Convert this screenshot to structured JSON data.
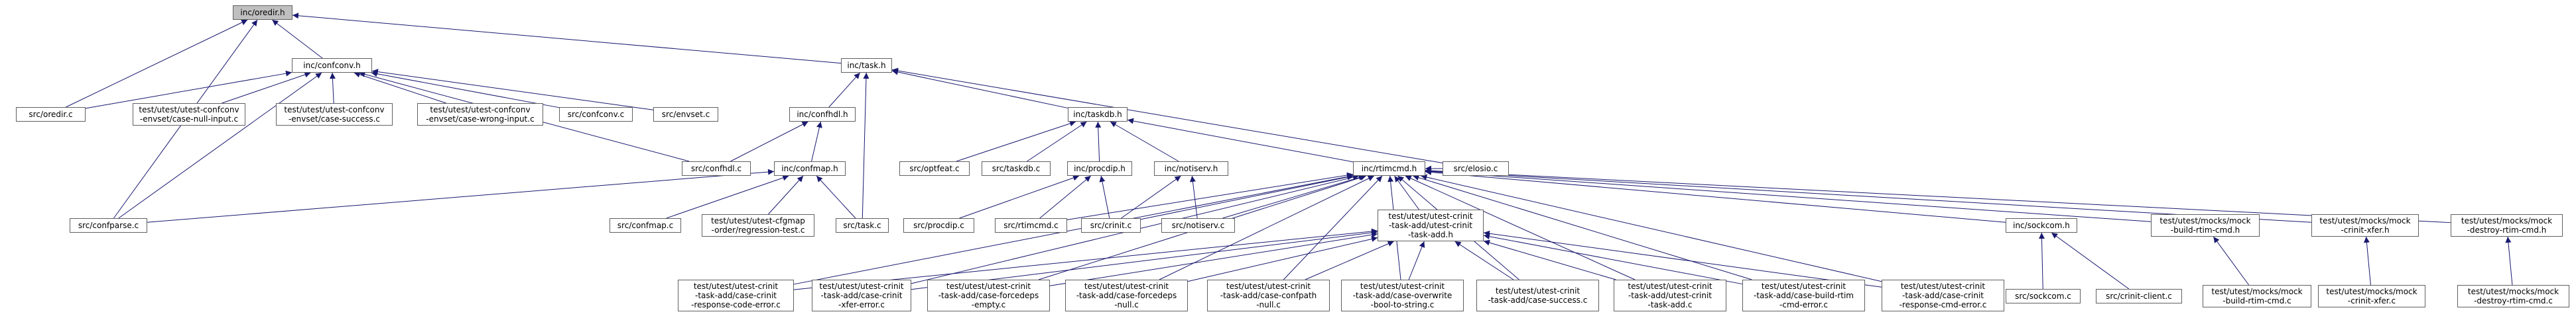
{
  "graph": {
    "nodes": [
      {
        "id": "oredir_h",
        "label": "inc/oredir.h",
        "root": true
      },
      {
        "id": "confconv_h",
        "label": "inc/confconv.h"
      },
      {
        "id": "task_h",
        "label": "inc/task.h"
      },
      {
        "id": "src_oredir",
        "label": "src/oredir.c"
      },
      {
        "id": "t_nullinput",
        "label": "test/utest/utest-confconv\n-envset/case-null-input.c"
      },
      {
        "id": "t_success",
        "label": "test/utest/utest-confconv\n-envset/case-success.c"
      },
      {
        "id": "t_wronginput",
        "label": "test/utest/utest-confconv\n-envset/case-wrong-input.c"
      },
      {
        "id": "src_confconv",
        "label": "src/confconv.c"
      },
      {
        "id": "src_envset",
        "label": "src/envset.c"
      },
      {
        "id": "confhdl_h",
        "label": "inc/confhdl.h"
      },
      {
        "id": "taskdb_h",
        "label": "inc/taskdb.h"
      },
      {
        "id": "src_confhdl",
        "label": "src/confhdl.c"
      },
      {
        "id": "confmap_h",
        "label": "inc/confmap.h"
      },
      {
        "id": "src_optfeat",
        "label": "src/optfeat.c"
      },
      {
        "id": "src_taskdb",
        "label": "src/taskdb.c"
      },
      {
        "id": "procdip_h",
        "label": "inc/procdip.h"
      },
      {
        "id": "notiserv_h",
        "label": "inc/notiserv.h"
      },
      {
        "id": "rtimcmd_h",
        "label": "inc/rtimcmd.h"
      },
      {
        "id": "src_elosio",
        "label": "src/elosio.c"
      },
      {
        "id": "src_confparse",
        "label": "src/confparse.c"
      },
      {
        "id": "src_confmap",
        "label": "src/confmap.c"
      },
      {
        "id": "t_cfgmap",
        "label": "test/utest/utest-cfgmap\n-order/regression-test.c"
      },
      {
        "id": "src_task",
        "label": "src/task.c"
      },
      {
        "id": "src_procdip",
        "label": "src/procdip.c"
      },
      {
        "id": "src_rtimcmd",
        "label": "src/rtimcmd.c"
      },
      {
        "id": "src_crinit",
        "label": "src/crinit.c"
      },
      {
        "id": "src_notiserv",
        "label": "src/notiserv.c"
      },
      {
        "id": "taskadd_h",
        "label": "test/utest/utest-crinit\n-task-add/utest-crinit\n-task-add.h"
      },
      {
        "id": "sockcom_h",
        "label": "inc/sockcom.h"
      },
      {
        "id": "mock_buildrtim_h",
        "label": "test/utest/mocks/mock\n-build-rtim-cmd.h"
      },
      {
        "id": "mock_xfer_h",
        "label": "test/utest/mocks/mock\n-crinit-xfer.h"
      },
      {
        "id": "mock_destroy_h",
        "label": "test/utest/mocks/mock\n-destroy-rtim-cmd.h"
      },
      {
        "id": "t_respcode",
        "label": "test/utest/utest-crinit\n-task-add/case-crinit\n-response-code-error.c"
      },
      {
        "id": "t_xfererr",
        "label": "test/utest/utest-crinit\n-task-add/case-crinit\n-xfer-error.c"
      },
      {
        "id": "t_forcedeps_empty",
        "label": "test/utest/utest-crinit\n-task-add/case-forcedeps\n-empty.c"
      },
      {
        "id": "t_forcedeps_null",
        "label": "test/utest/utest-crinit\n-task-add/case-forcedeps\n-null.c"
      },
      {
        "id": "t_confpath_null",
        "label": "test/utest/utest-crinit\n-task-add/case-confpath\n-null.c"
      },
      {
        "id": "t_overwrite",
        "label": "test/utest/utest-crinit\n-task-add/case-overwrite\n-bool-to-string.c"
      },
      {
        "id": "t_success2",
        "label": "test/utest/utest-crinit\n-task-add/case-success.c"
      },
      {
        "id": "t_taskadd",
        "label": "test/utest/utest-crinit\n-task-add/utest-crinit\n-task-add.c"
      },
      {
        "id": "t_buildrtim_err",
        "label": "test/utest/utest-crinit\n-task-add/case-build-rtim\n-cmd-error.c"
      },
      {
        "id": "t_respcmd_err",
        "label": "test/utest/utest-crinit\n-task-add/case-crinit\n-response-cmd-error.c"
      },
      {
        "id": "src_sockcom",
        "label": "src/sockcom.c"
      },
      {
        "id": "src_crinit_client",
        "label": "src/crinit-client.c"
      },
      {
        "id": "mock_buildrtim_c",
        "label": "test/utest/mocks/mock\n-build-rtim-cmd.c"
      },
      {
        "id": "mock_xfer_c",
        "label": "test/utest/mocks/mock\n-crinit-xfer.c"
      },
      {
        "id": "mock_destroy_c",
        "label": "test/utest/mocks/mock\n-destroy-rtim-cmd.c"
      }
    ],
    "edges": [
      [
        "oredir_h",
        "confconv_h"
      ],
      [
        "oredir_h",
        "task_h"
      ],
      [
        "oredir_h",
        "src_oredir"
      ],
      [
        "oredir_h",
        "src_confparse"
      ],
      [
        "confconv_h",
        "src_oredir"
      ],
      [
        "confconv_h",
        "t_nullinput"
      ],
      [
        "confconv_h",
        "t_success"
      ],
      [
        "confconv_h",
        "t_wronginput"
      ],
      [
        "confconv_h",
        "src_confconv"
      ],
      [
        "confconv_h",
        "src_envset"
      ],
      [
        "confconv_h",
        "src_confhdl"
      ],
      [
        "confconv_h",
        "src_confparse"
      ],
      [
        "task_h",
        "confhdl_h"
      ],
      [
        "task_h",
        "taskdb_h"
      ],
      [
        "task_h",
        "src_task"
      ],
      [
        "task_h",
        "src_elosio"
      ],
      [
        "confhdl_h",
        "src_confhdl"
      ],
      [
        "confhdl_h",
        "confmap_h"
      ],
      [
        "confmap_h",
        "src_confparse"
      ],
      [
        "confmap_h",
        "src_confmap"
      ],
      [
        "confmap_h",
        "t_cfgmap"
      ],
      [
        "confmap_h",
        "src_task"
      ],
      [
        "taskdb_h",
        "src_optfeat"
      ],
      [
        "taskdb_h",
        "src_taskdb"
      ],
      [
        "taskdb_h",
        "procdip_h"
      ],
      [
        "taskdb_h",
        "notiserv_h"
      ],
      [
        "taskdb_h",
        "rtimcmd_h"
      ],
      [
        "procdip_h",
        "src_procdip"
      ],
      [
        "procdip_h",
        "src_rtimcmd"
      ],
      [
        "procdip_h",
        "src_crinit"
      ],
      [
        "notiserv_h",
        "src_crinit"
      ],
      [
        "notiserv_h",
        "src_notiserv"
      ],
      [
        "rtimcmd_h",
        "src_elosio"
      ],
      [
        "rtimcmd_h",
        "src_rtimcmd"
      ],
      [
        "rtimcmd_h",
        "src_crinit"
      ],
      [
        "rtimcmd_h",
        "src_notiserv"
      ],
      [
        "rtimcmd_h",
        "taskadd_h"
      ],
      [
        "rtimcmd_h",
        "sockcom_h"
      ],
      [
        "rtimcmd_h",
        "mock_buildrtim_h"
      ],
      [
        "rtimcmd_h",
        "mock_xfer_h"
      ],
      [
        "rtimcmd_h",
        "mock_destroy_h"
      ],
      [
        "rtimcmd_h",
        "t_respcode"
      ],
      [
        "rtimcmd_h",
        "t_xfererr"
      ],
      [
        "rtimcmd_h",
        "t_forcedeps_empty"
      ],
      [
        "rtimcmd_h",
        "t_forcedeps_null"
      ],
      [
        "rtimcmd_h",
        "t_confpath_null"
      ],
      [
        "rtimcmd_h",
        "t_overwrite"
      ],
      [
        "rtimcmd_h",
        "t_success2"
      ],
      [
        "rtimcmd_h",
        "t_taskadd"
      ],
      [
        "rtimcmd_h",
        "t_buildrtim_err"
      ],
      [
        "rtimcmd_h",
        "t_respcmd_err"
      ],
      [
        "taskadd_h",
        "t_respcode"
      ],
      [
        "taskadd_h",
        "t_xfererr"
      ],
      [
        "taskadd_h",
        "t_forcedeps_empty"
      ],
      [
        "taskadd_h",
        "t_forcedeps_null"
      ],
      [
        "taskadd_h",
        "t_confpath_null"
      ],
      [
        "taskadd_h",
        "t_overwrite"
      ],
      [
        "taskadd_h",
        "t_success2"
      ],
      [
        "taskadd_h",
        "t_taskadd"
      ],
      [
        "taskadd_h",
        "t_buildrtim_err"
      ],
      [
        "taskadd_h",
        "t_respcmd_err"
      ],
      [
        "sockcom_h",
        "src_sockcom"
      ],
      [
        "sockcom_h",
        "src_crinit_client"
      ],
      [
        "mock_buildrtim_h",
        "mock_buildrtim_c"
      ],
      [
        "mock_xfer_h",
        "mock_xfer_c"
      ],
      [
        "mock_destroy_h",
        "mock_destroy_c"
      ]
    ]
  },
  "colors": {
    "edge": "#191970",
    "node_border": "#606060",
    "root_fill": "#bfbfbf",
    "node_fill": "#ffffff"
  }
}
